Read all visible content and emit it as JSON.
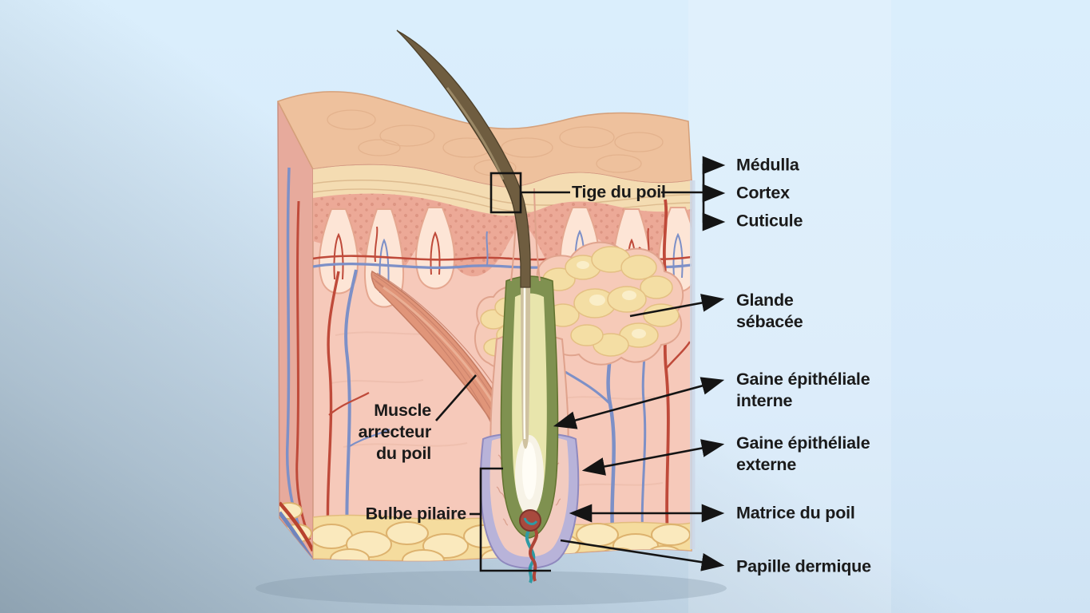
{
  "figure": {
    "kind": "anatomical cross-section diagram of skin and hair follicle",
    "language": "fr"
  },
  "labels": {
    "tige_du_poil": "Tige du poil",
    "medulla": "Médulla",
    "cortex": "Cortex",
    "cuticule": "Cuticule",
    "glande_sebacee": "Glande\nsébacée",
    "gaine_epitheliale_interne": "Gaine épithéliale\ninterne",
    "gaine_epitheliale_externe": "Gaine épithéliale\nexterne",
    "matrice_du_poil": "Matrice du poil",
    "papille_dermique": "Papille dermique",
    "muscle_arrecteur": "Muscle\narrecteur\ndu poil",
    "bulbe_pilaire": "Bulbe pilaire"
  },
  "colors": {
    "background_top": "#daeefc",
    "background_bottom_left": "#8ea2b1",
    "label_text": "#1a1a1a",
    "leader_line": "#141414",
    "skin_surface": "#eec19d",
    "stratum_corneum": "#f4dcb2",
    "epidermis": "#eca997",
    "dermis": "#f6c9ba",
    "papilla_light": "#fde5d6",
    "hypodermis_fat": "#f5dc9e",
    "fat_lobule": "#fae9bd",
    "sebaceous_gland": "#f4dea4",
    "arrector_muscle": "#e09579",
    "outer_sheath_lavender": "#b8b3d9",
    "epithelial_sheath_green": "#7f9150",
    "inner_sheath_yellow": "#e8e5ac",
    "hair_matrix_white": "#f7f3e7",
    "hair_shaft_brown": "#6f5d40",
    "artery_red": "#bf4a3a",
    "vein_blue": "#7d90c7",
    "dermal_papilla_red": "#a84a3e",
    "papilla_vessel_teal": "#2f9aa4"
  }
}
